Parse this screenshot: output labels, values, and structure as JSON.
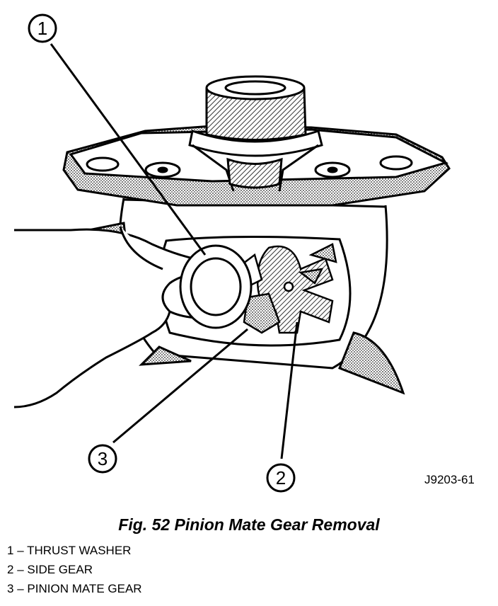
{
  "callouts": [
    {
      "number": "1",
      "part": "thrust-washer"
    },
    {
      "number": "2",
      "part": "side-gear"
    },
    {
      "number": "3",
      "part": "pinion-mate-gear"
    }
  ],
  "figure_code": "J9203-61",
  "caption": "Fig. 52 Pinion Mate Gear Removal",
  "legend": [
    {
      "number": "1",
      "dash": "–",
      "label": "THRUST WASHER"
    },
    {
      "number": "2",
      "dash": "–",
      "label": "SIDE GEAR"
    },
    {
      "number": "3",
      "dash": "–",
      "label": "PINION MATE GEAR"
    }
  ],
  "colors": {
    "ink": "#000000",
    "paper": "#ffffff",
    "hatch": "#555555"
  }
}
